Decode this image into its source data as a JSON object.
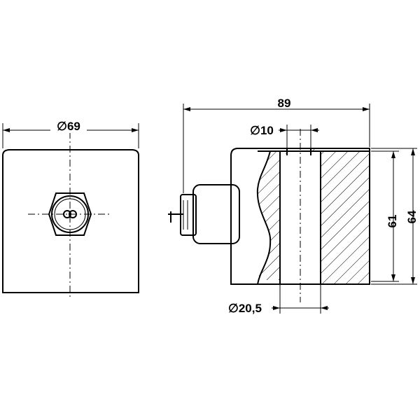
{
  "dimensions": {
    "front_diameter": "∅69",
    "overall_length": "89",
    "bore_top_diameter": "∅10",
    "bore_diameter": "∅20,5",
    "inner_height": "61",
    "outer_height": "64"
  }
}
